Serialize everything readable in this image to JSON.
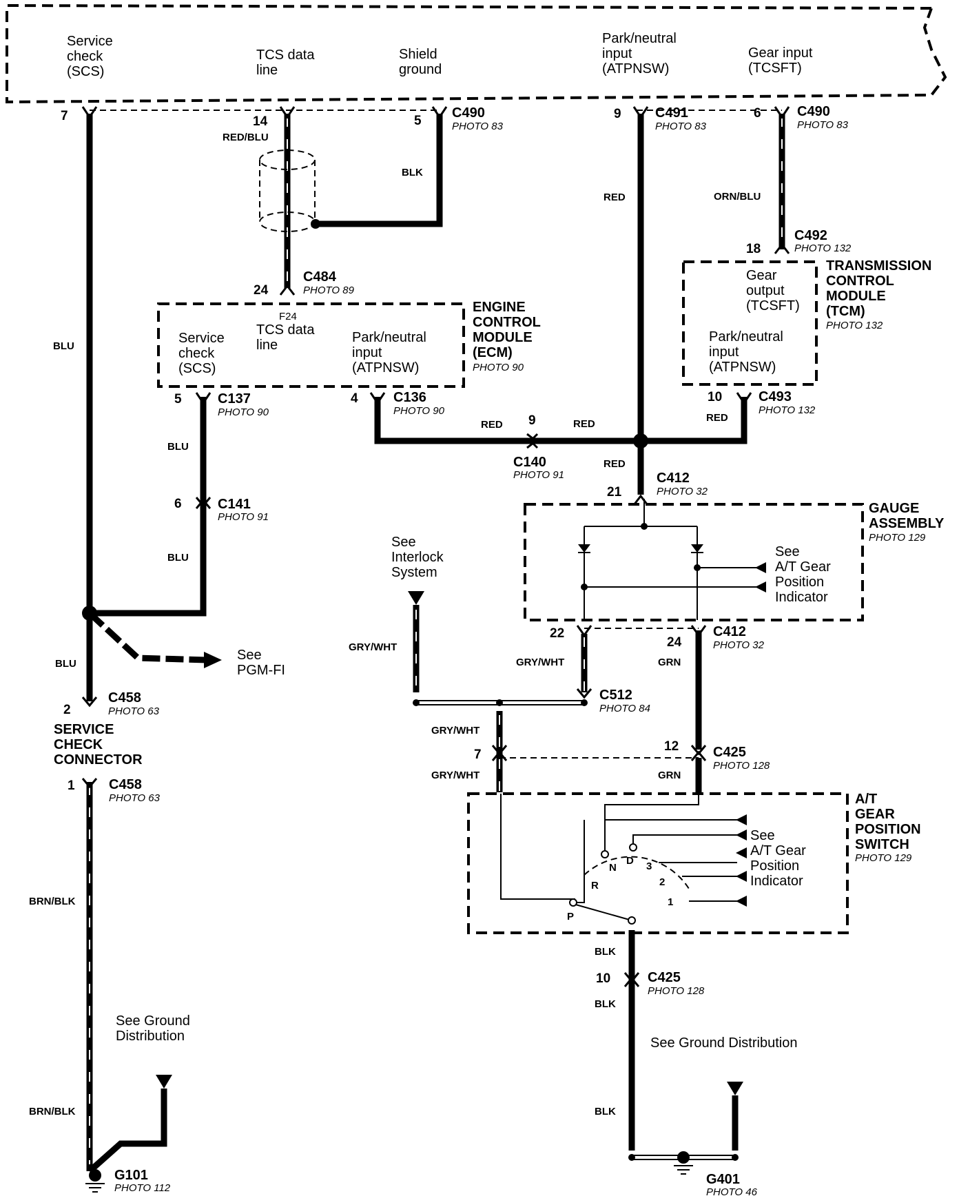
{
  "top_module": {
    "pins": {
      "service_check": "Service\ncheck\n(SCS)",
      "tcs_data": "TCS data\nline",
      "shield": "Shield\nground",
      "park_neutral": "Park/neutral\ninput\n(ATPNSW)",
      "gear_input": "Gear input\n(TCSFT)"
    }
  },
  "ecm": {
    "title": "ENGINE\nCONTROL\nMODULE\n(ECM)",
    "photo": "PHOTO 90",
    "pin_f24": "F24",
    "service_check": "Service\ncheck\n(SCS)",
    "tcs_data": "TCS data\nline",
    "park_neutral": "Park/neutral\ninput\n(ATPNSW)"
  },
  "tcm": {
    "title": "TRANSMISSION\nCONTROL\nMODULE\n(TCM)",
    "photo": "PHOTO 132",
    "gear_output": "Gear\noutput\n(TCSFT)",
    "park_neutral": "Park/neutral\ninput\n(ATPNSW)"
  },
  "gauge": {
    "title": "GAUGE\nASSEMBLY",
    "photo": "PHOTO 129",
    "see": "See\nA/T Gear\nPosition\nIndicator"
  },
  "switch": {
    "title": "A/T\nGEAR\nPOSITION\nSWITCH",
    "photo": "PHOTO 129",
    "see": "See\nA/T Gear\nPosition\nIndicator",
    "positions": {
      "p": "P",
      "r": "R",
      "n": "N",
      "d": "D",
      "three": "3",
      "two": "2",
      "one": "1"
    }
  },
  "service_connector": {
    "title": "SERVICE\nCHECK\nCONNECTOR"
  },
  "connectors": {
    "c490a": {
      "pin": "7"
    },
    "c490b": {
      "pin": "14"
    },
    "c490c": {
      "pin": "5",
      "name": "C490",
      "photo": "PHOTO 83"
    },
    "c491": {
      "pin": "9",
      "name": "C491",
      "photo": "PHOTO 83"
    },
    "c490d": {
      "pin": "6",
      "name": "C490",
      "photo": "PHOTO 83"
    },
    "c492": {
      "pin": "18",
      "name": "C492",
      "photo": "PHOTO 132"
    },
    "c484": {
      "pin": "24",
      "name": "C484",
      "photo": "PHOTO 89"
    },
    "c137": {
      "pin": "5",
      "name": "C137",
      "photo": "PHOTO 90"
    },
    "c136": {
      "pin": "4",
      "name": "C136",
      "photo": "PHOTO 90"
    },
    "c493": {
      "pin": "10",
      "name": "C493",
      "photo": "PHOTO 132"
    },
    "c140": {
      "pin": "9",
      "name": "C140",
      "photo": "PHOTO 91"
    },
    "c141": {
      "pin": "6",
      "name": "C141",
      "photo": "PHOTO 91"
    },
    "c412a": {
      "pin": "21",
      "name": "C412",
      "photo": "PHOTO 32"
    },
    "c412b": {
      "pin_a": "22",
      "pin_b": "24",
      "name": "C412",
      "photo": "PHOTO 32"
    },
    "c512": {
      "name": "C512",
      "photo": "PHOTO 84"
    },
    "c425a": {
      "pin_a": "7",
      "pin_b": "12",
      "name": "C425",
      "photo": "PHOTO 128"
    },
    "c425b": {
      "pin": "10",
      "name": "C425",
      "photo": "PHOTO 128"
    },
    "c458a": {
      "pin": "2",
      "name": "C458",
      "photo": "PHOTO 63"
    },
    "c458b": {
      "pin": "1",
      "name": "C458",
      "photo": "PHOTO 63"
    },
    "g101": {
      "name": "G101",
      "photo": "PHOTO 112"
    },
    "g401": {
      "name": "G401",
      "photo": "PHOTO 46"
    }
  },
  "wires": {
    "red_blu": "RED/BLU",
    "blk1": "BLK",
    "red1": "RED",
    "orn_blu": "ORN/BLU",
    "blu1": "BLU",
    "blu2": "BLU",
    "blu3": "BLU",
    "blu4": "BLU",
    "red2": "RED",
    "red3": "RED",
    "red4": "RED",
    "red5": "RED",
    "gry_wht1": "GRY/WHT",
    "gry_wht2": "GRY/WHT",
    "gry_wht3": "GRY/WHT",
    "gry_wht4": "GRY/WHT",
    "grn1": "GRN",
    "grn2": "GRN",
    "blk2": "BLK",
    "blk3": "BLK",
    "blk4": "BLK",
    "brn_blk1": "BRN/BLK",
    "brn_blk2": "BRN/BLK"
  },
  "notes": {
    "pgm": "See\nPGM-FI",
    "interlock": "See\nInterlock\nSystem",
    "ground1": "See Ground\nDistribution",
    "ground2": "See Ground Distribution"
  }
}
